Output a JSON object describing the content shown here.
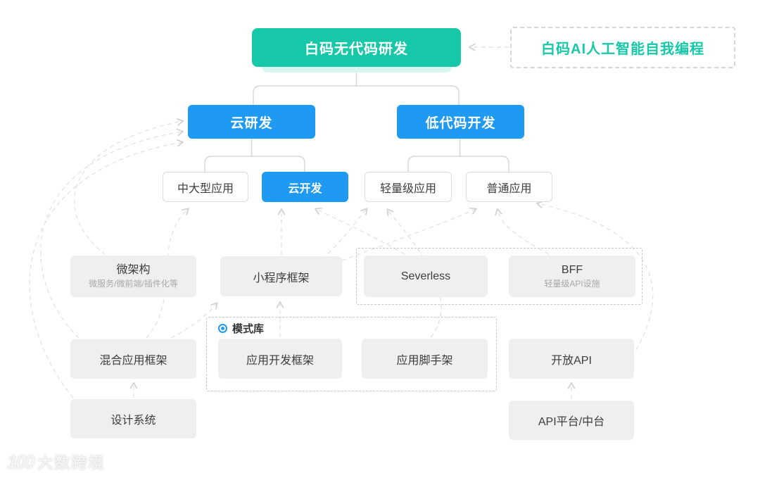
{
  "colors": {
    "teal": "#17c8a8",
    "teal_shadow": "#d9f7f1",
    "blue": "#1e9af2",
    "gray_box": "#efefef",
    "white_box_border": "#dcdcdc",
    "dashed_container_border": "#c6c6c6",
    "tree_line": "#d8d8d8",
    "dashed_arrow": "#e4e4e4",
    "text_dark": "#3d3d3d",
    "text_subtitle": "#a9a9a9"
  },
  "nodes": {
    "root": "白码无代码研发",
    "ai_annotation": "白码AI人工智能自我编程",
    "cloud_rd": "云研发",
    "low_code_dev": "低代码开发",
    "mid_large_app": "中大型应用",
    "cloud_dev": "云开发",
    "lightweight_app": "轻量级应用",
    "common_app": "普通应用",
    "micro_arch_title": "微架构",
    "micro_arch_subtitle": "微服务/微前端/插件化等",
    "miniprogram_framework": "小程序框架",
    "severless": "Severless",
    "bff_title": "BFF",
    "bff_subtitle": "轻量级API设施",
    "hybrid_app_framework": "混合应用框架",
    "pattern_library": "模式库",
    "app_dev_framework": "应用开发框架",
    "app_scaffold": "应用脚手架",
    "open_api": "开放API",
    "design_system": "设计系统",
    "api_platform": "API平台/中台"
  },
  "watermark": {
    "logo": "100",
    "text": "大数跨境"
  }
}
